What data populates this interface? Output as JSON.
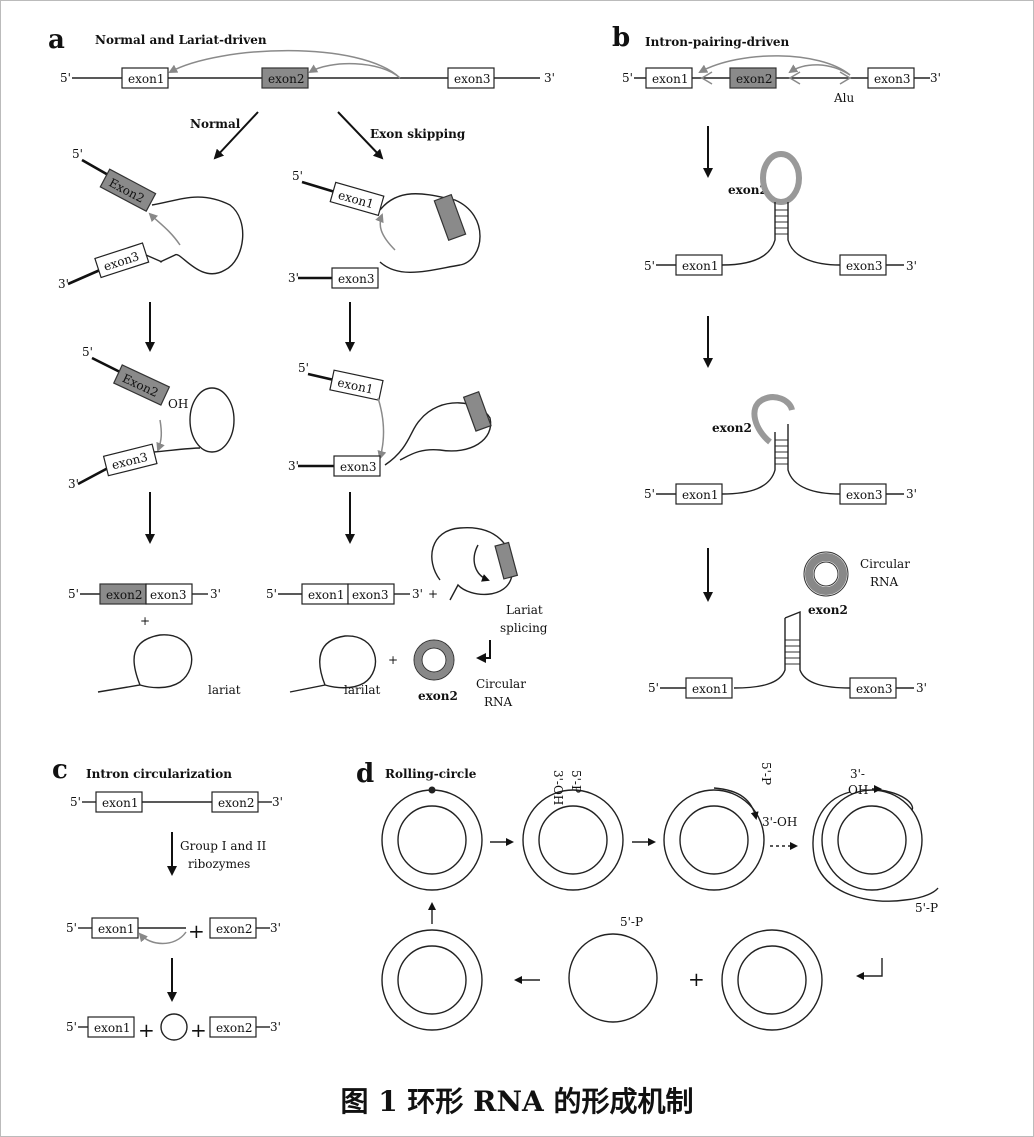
{
  "panel_a": {
    "letter": "a",
    "heading": "Normal and Lariat-driven",
    "branch_normal": "Normal",
    "branch_skip": "Exon skipping",
    "exon1": "exon1",
    "exon2": "exon2",
    "exon3": "exon3",
    "Exon2": "Exon2",
    "oh": "OH",
    "lariat": "lariat",
    "larilat": "larilat",
    "plus": "+",
    "lariat_splicing_1": "Lariat",
    "lariat_splicing_2": "splicing",
    "circular_1": "Circular",
    "circular_2": "RNA",
    "five": "5'",
    "three": "3'"
  },
  "panel_b": {
    "letter": "b",
    "heading": "Intron-pairing-driven",
    "alu": "Alu",
    "exon1": "exon1",
    "exon2": "exon2",
    "exon3": "exon3",
    "circular_1": "Circular",
    "circular_2": "RNA",
    "five": "5'",
    "three": "3'"
  },
  "panel_c": {
    "letter": "c",
    "heading": "Intron circularization",
    "ribozyme_1": "Group I and II",
    "ribozyme_2": "ribozymes",
    "exon1": "exon1",
    "exon2": "exon2",
    "plus": "+",
    "five": "5'",
    "three": "3'"
  },
  "panel_d": {
    "letter": "d",
    "heading": "Rolling-circle",
    "oh_label": "3'-OH",
    "p_label": "5'-P",
    "oh_short": "3'-",
    "oh_short2": "OH",
    "plus": "+"
  },
  "caption": "图 1   环形 RNA 的形成机制"
}
